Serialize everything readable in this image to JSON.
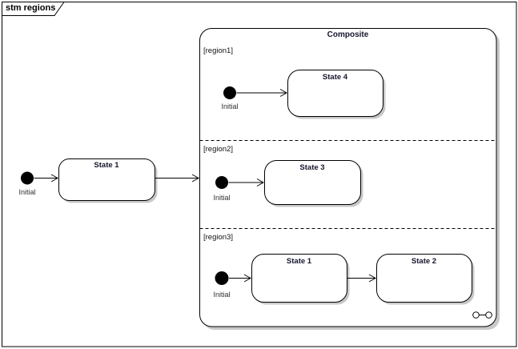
{
  "frame": {
    "title": "stm regions"
  },
  "colors": {
    "line": "#000000",
    "node_fill": "#ffffff",
    "shadow": "#c8c8c8",
    "state_text": "#15152e",
    "background": "#ffffff"
  },
  "icons": {
    "initial_pseudostate": "filled-black-circle",
    "decomposition_indicator": "infinity-eyeglasses",
    "transition_arrowhead": "open-chevron"
  },
  "top_level": {
    "initial_label": "Initial",
    "state_label": "State 1"
  },
  "composite": {
    "title": "Composite",
    "regions": [
      {
        "label": "[region1]",
        "initial_label": "Initial",
        "states": [
          "State 4"
        ]
      },
      {
        "label": "[region2]",
        "initial_label": "Initial",
        "states": [
          "State 3"
        ]
      },
      {
        "label": "[region3]",
        "initial_label": "Initial",
        "states": [
          "State 1",
          "State 2"
        ]
      }
    ]
  }
}
